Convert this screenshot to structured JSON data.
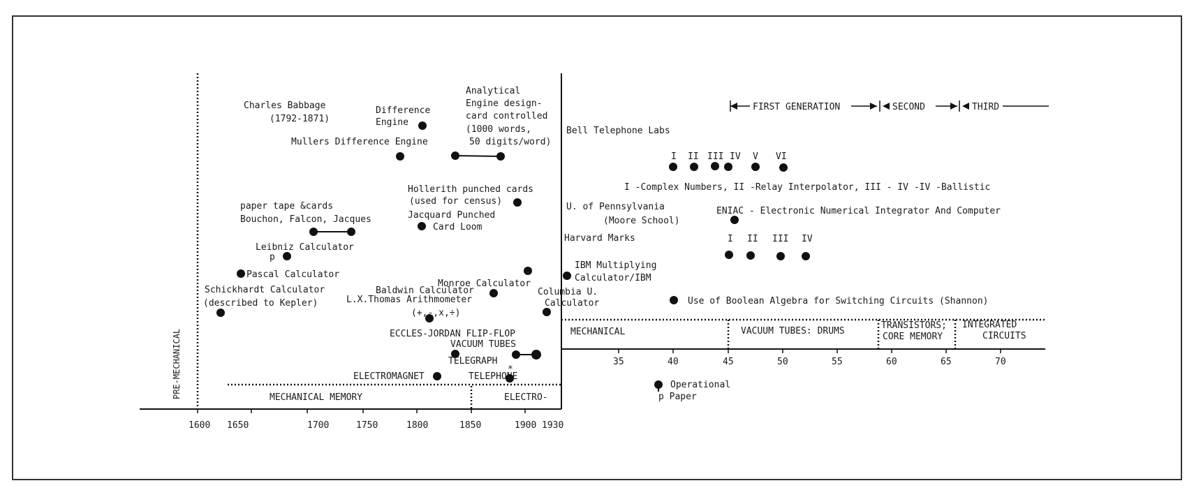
{
  "colors": {
    "ink": "#111111",
    "paper": "#ffffff"
  },
  "left_axis": {
    "ticks": [
      "1600",
      "1650",
      "1700",
      "1750",
      "1800",
      "1850",
      "1900",
      "1930"
    ]
  },
  "right_axis": {
    "ticks": [
      "35",
      "40",
      "45",
      "50",
      "55",
      "60",
      "65",
      "70"
    ]
  },
  "eras_left": {
    "pre_mechanical": "PRE-MECHANICAL",
    "mechanical_memory": "MECHANICAL MEMORY",
    "electro": "ELECTRO-"
  },
  "eras_right": {
    "mechanical": "MECHANICAL",
    "vacuum": "VACUUM TUBES: DRUMS",
    "transistors_1": "TRANSISTORS;",
    "transistors_2": "CORE MEMORY",
    "integrated_1": "INTEGRATED",
    "integrated_2": "CIRCUITS"
  },
  "generations": {
    "first": "FIRST GENERATION",
    "second": "SECOND",
    "third": "THIRD"
  },
  "labels": {
    "babbage_1": "Charles Babbage",
    "babbage_2": "(1792-1871)",
    "difference_1": "Difference",
    "difference_2": "Engine",
    "analytical_1": "Analytical",
    "analytical_2": "Engine design-",
    "analytical_3": "card controlled",
    "analytical_4": "(1000 words,",
    "analytical_5": "50 digits/word)",
    "mullers": "Mullers Difference Engine",
    "hollerith_1": "Hollerith punched cards",
    "hollerith_2": "(used for census)",
    "paper_tape_1": "paper tape &cards",
    "paper_tape_2": "Bouchon, Falcon, Jacques",
    "jacquard_1": "Jacquard Punched",
    "jacquard_2": "Card Loom",
    "leibniz": "Leibniz Calculator",
    "p_marker": "p",
    "pascal": "Pascal Calculator",
    "monroe": "Monroe Calculator",
    "schickhardt_1": "Schickhardt Calculator",
    "schickhardt_2": "(described to Kepler)",
    "baldwin": "Baldwin Calculator",
    "thomas": "L.X.Thomas Arithmometer",
    "thomas_ops": "(+,-,x,÷)",
    "columbia_1": "Columbia U.",
    "columbia_2": "Calculator",
    "eccles": "ECCLES-JORDAN FLIP-FLOP",
    "vacuum_tubes": "VACUUM TUBES",
    "telegraph": "TELEGRAPH",
    "electromagnet": "ELECTROMAGNET",
    "telephone": "TELEPHONE",
    "telephone_mark": "*",
    "bell": "Bell Telephone Labs",
    "bell_numerals": [
      "I",
      "II",
      "III",
      "IV",
      "V",
      "VI"
    ],
    "bell_desc": "I -Complex Numbers, II -Relay Interpolator, III - IV -IV -Ballistic",
    "upenn_1": "U. of Pennsylvania",
    "upenn_2": "(Moore School)",
    "eniac": "ENIAC - Electronic Numerical Integrator And Computer",
    "harvard": "Harvard Marks",
    "harvard_numerals": [
      "I",
      "II",
      "III",
      "IV"
    ],
    "ibm_1": "IBM Multiplying",
    "ibm_2": "Calculator/IBM",
    "boolean": "Use of Boolean Algebra for Switching Circuits (Shannon)"
  },
  "legend": {
    "line_1": "Operational",
    "line_2": "p Paper"
  }
}
